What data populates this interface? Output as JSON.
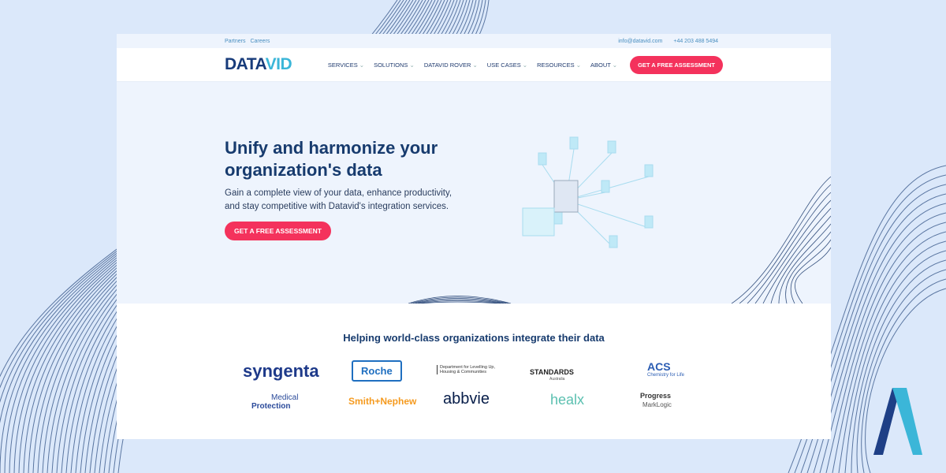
{
  "topbar": {
    "links": [
      "Partners",
      "Careers"
    ],
    "email": "info@datavid.com",
    "phone": "+44 203 488 5494"
  },
  "nav": {
    "logo_a": "DATA",
    "logo_b": "VID",
    "items": [
      "SERVICES",
      "SOLUTIONS",
      "DATAVID ROVER",
      "USE CASES",
      "RESOURCES",
      "ABOUT"
    ],
    "cta": "GET A FREE ASSESSMENT"
  },
  "hero": {
    "title": "Unify and harmonize your organization's data",
    "subtitle": "Gain a complete view of your data, enhance productivity, and stay competitive with Datavid's integration services.",
    "cta": "GET A FREE ASSESSMENT"
  },
  "clients": {
    "title": "Helping world-class organizations integrate their data",
    "logos": [
      "syngenta",
      "Roche",
      "Department for Levelling Up, Housing & Communities",
      "STANDARDS",
      "Australia",
      "ACS",
      "Chemistry for Life",
      "Medical",
      "Protection",
      "Smith+Nephew",
      "abbvie",
      "healx",
      "Progress",
      "MarkLogic"
    ]
  },
  "colors": {
    "accent": "#f4325c",
    "navy": "#173b6e",
    "bg": "#dbe8fa"
  }
}
